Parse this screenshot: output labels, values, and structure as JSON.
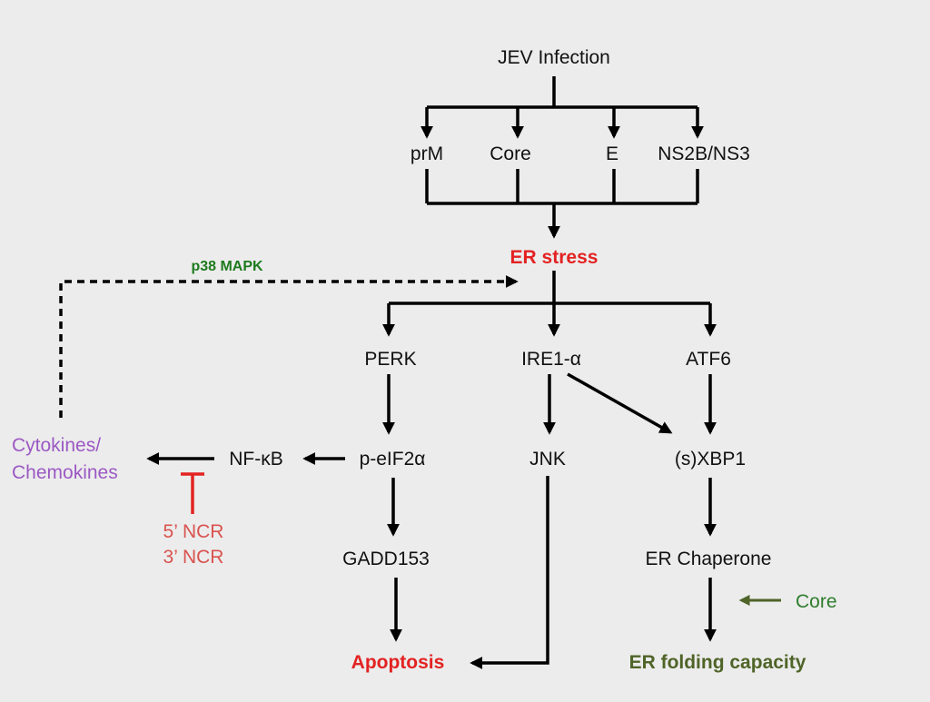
{
  "colors": {
    "background": "#ececec",
    "stress": "#e32222",
    "apoptosis": "#e32222",
    "p38": "#1e7a1e",
    "core_green": "#2e7d2e",
    "folding": "#4f6428",
    "cytokines": "#9b59c4",
    "ncr": "#d9534f",
    "inhibit_bar": "#e32222",
    "core_arrow": "#4f6428"
  },
  "nodes": {
    "jev_infection": "JEV Infection",
    "prm": "prM",
    "core": "Core",
    "e": "E",
    "ns2b_ns3": "NS2B/NS3",
    "er_stress": "ER stress",
    "p38_mapk": "p38 MAPK",
    "perk": "PERK",
    "ire1": "IRE1-α",
    "atf6": "ATF6",
    "cytokines_line1": "Cytokines/",
    "cytokines_line2": "Chemokines",
    "nfkb": "NF-κB",
    "peif2a": "p-eIF2α",
    "jnk": "JNK",
    "sxbp1": "(s)XBP1",
    "ncr5": "5’ NCR",
    "ncr3": "3’ NCR",
    "gadd153": "GADD153",
    "er_chaperone": "ER Chaperone",
    "core_modulator": "Core",
    "apoptosis": "Apoptosis",
    "er_folding": "ER folding capacity"
  }
}
